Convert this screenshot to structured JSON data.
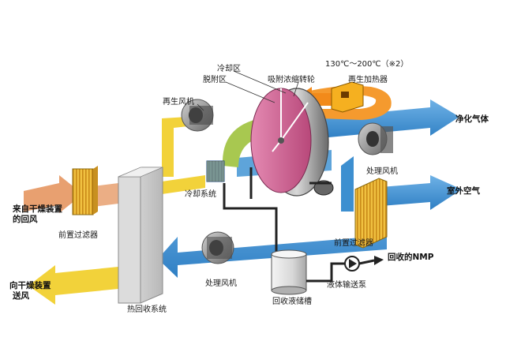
{
  "labels": {
    "cooling_zone": "冷却区",
    "desorption_zone": "脱附区",
    "adsorption_wheel": "吸附浓缩转轮",
    "temperature": "130℃～200℃（※2）",
    "regen_heater": "再生加热器",
    "regen_fan": "再生风机",
    "clean_gas": "净化气体",
    "process_fan_right": "处理风机",
    "cooling_system": "冷却系统",
    "outdoor_air": "室外空气",
    "return_air_line1": "来自干燥装置",
    "return_air_line2": "的回风",
    "pre_filter_left": "前置过滤器",
    "pre_filter_right": "前置过滤器",
    "recovered_nmp": "回收的NMP",
    "supply_air_line1": "向干燥装置",
    "supply_air_line2": "送风",
    "process_fan_bottom": "处理风机",
    "liquid_pump": "液体输送泵",
    "heat_recovery": "热回收系统",
    "recovery_tank": "回收液储槽"
  },
  "colors": {
    "process_air": "#3d8fd0",
    "regen_air": "#f2d23a",
    "hot_air": "#f59a2e",
    "return_air": "#e8a070",
    "wheel": "#c8608e",
    "green_flow": "#a8c850"
  }
}
